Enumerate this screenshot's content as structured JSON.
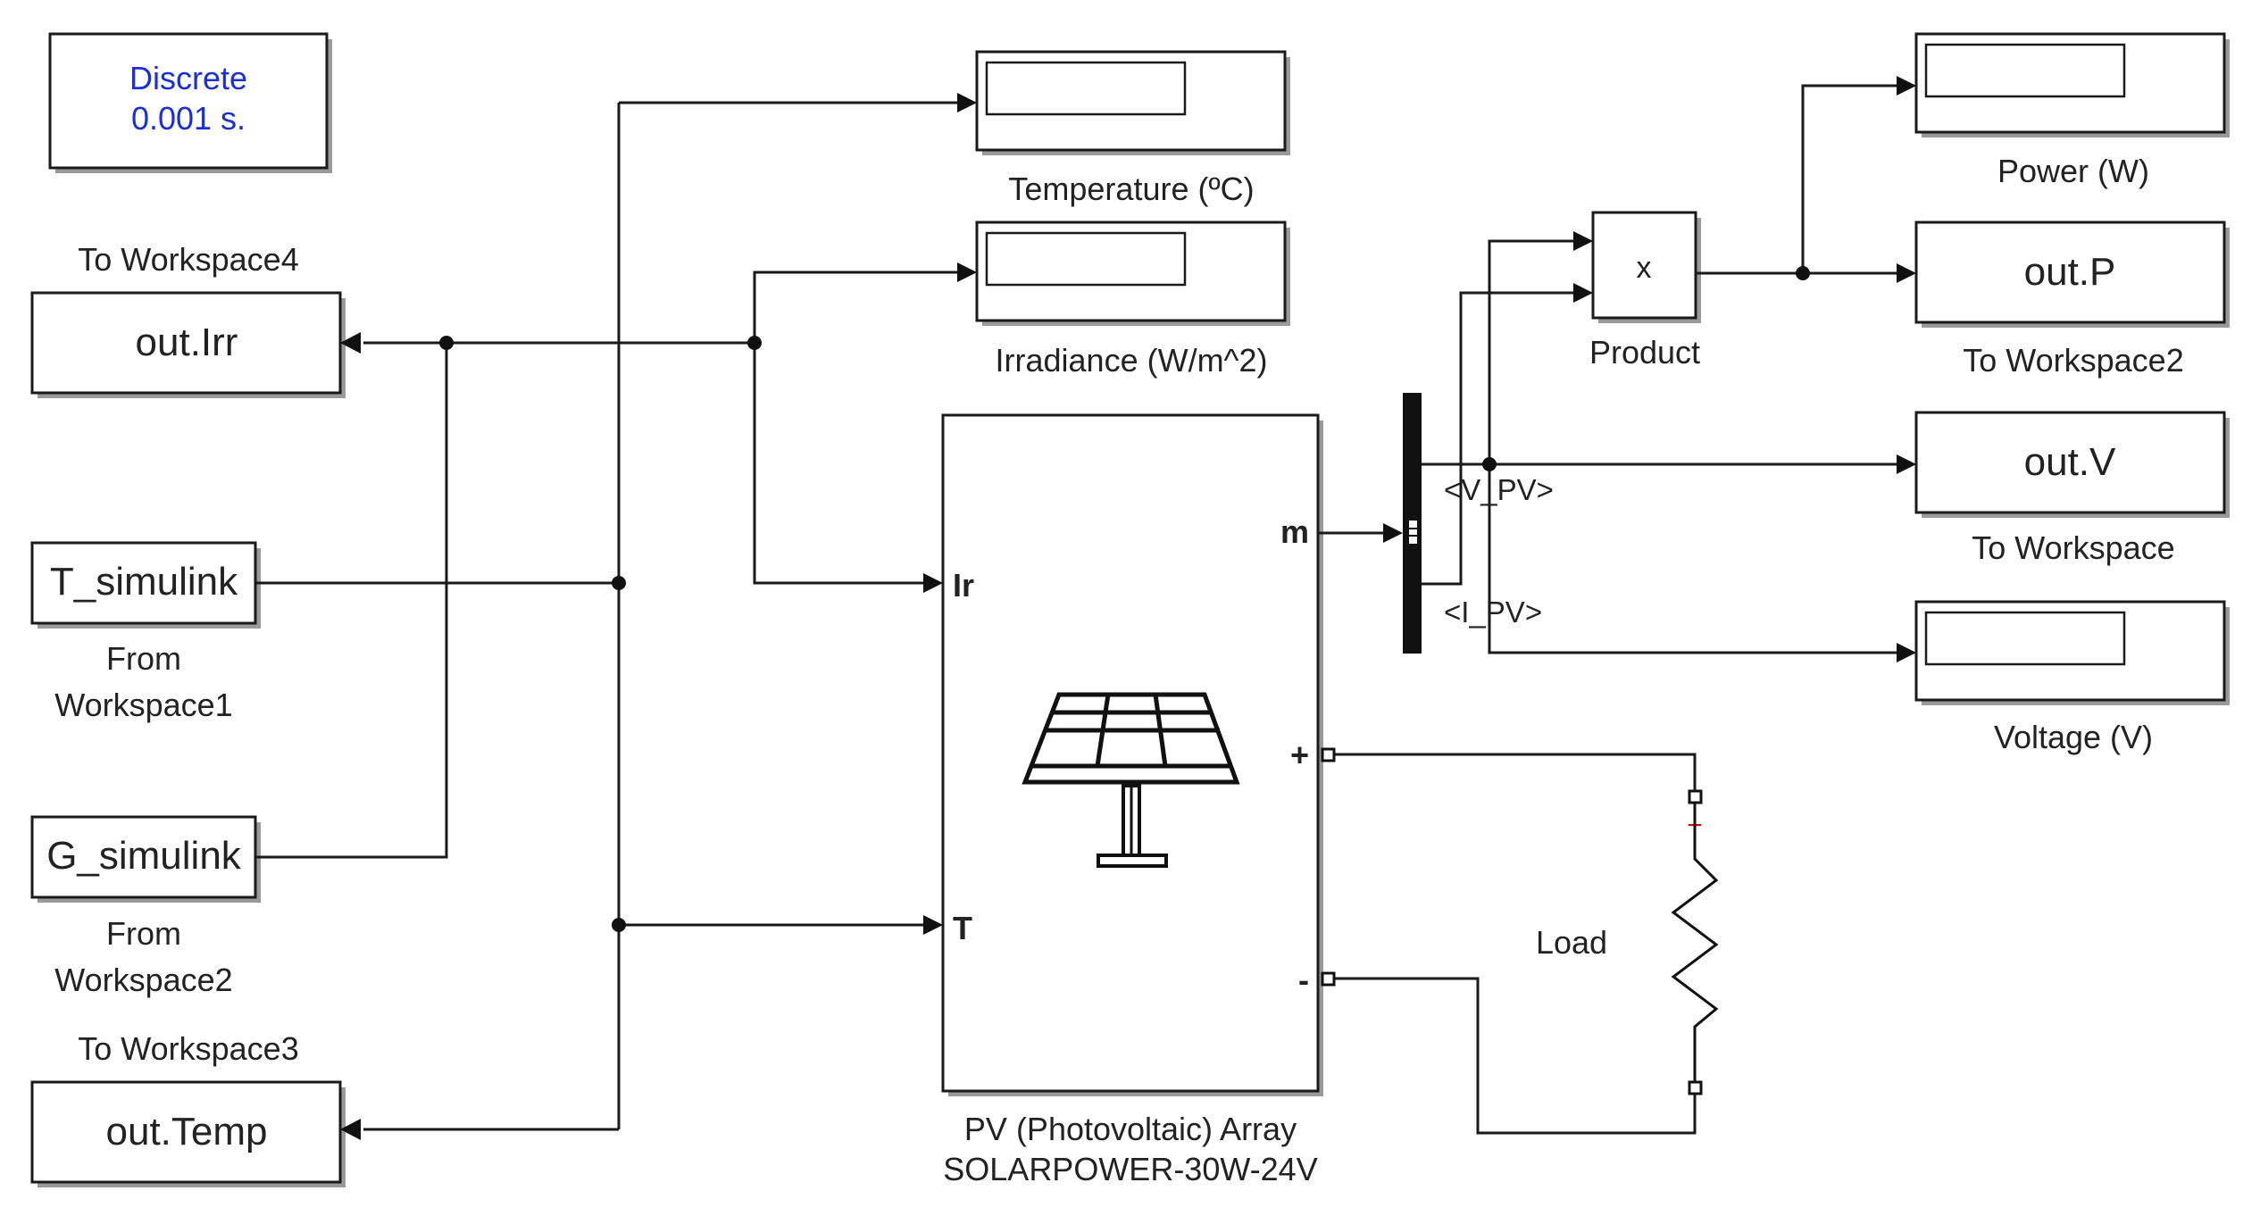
{
  "solver": {
    "line1": "Discrete",
    "line2": "0.001 s."
  },
  "blocks": {
    "to_workspace4": {
      "title": "To Workspace4",
      "value": "out.Irr"
    },
    "to_workspace3": {
      "title": "To Workspace3",
      "value": "out.Temp"
    },
    "from_workspace1": {
      "value": "T_simulink",
      "caption_line1": "From",
      "caption_line2": "Workspace1"
    },
    "from_workspace2": {
      "value": "G_simulink",
      "caption_line1": "From",
      "caption_line2": "Workspace2"
    },
    "temperature_display": {
      "caption": "Temperature (ºC)"
    },
    "irradiance_display": {
      "caption": "Irradiance (W/m^2)"
    },
    "pv_array": {
      "port_ir": "Ir",
      "port_t": "T",
      "port_m": "m",
      "port_plus": "+",
      "port_minus": "-",
      "caption_line1": "PV (Photovoltaic) Array",
      "caption_line2": "SOLARPOWER-30W-24V"
    },
    "bus_selector": {
      "signal_v": "<V_PV>",
      "signal_i": "<I_PV>"
    },
    "product": {
      "symbol": "x",
      "caption": "Product"
    },
    "power_display": {
      "caption": "Power (W)"
    },
    "to_workspace2": {
      "value": "out.P",
      "caption": "To Workspace2"
    },
    "to_workspace": {
      "value": "out.V",
      "caption": "To Workspace"
    },
    "voltage_display": {
      "caption": "Voltage (V)"
    },
    "load": {
      "caption": "Load"
    }
  },
  "colors": {
    "solver_text": "#1a2fd6",
    "line": "#1a1a1a",
    "polarity_mark": "#d40000"
  },
  "icons": [
    "solar-panel-icon",
    "resistor-icon"
  ]
}
